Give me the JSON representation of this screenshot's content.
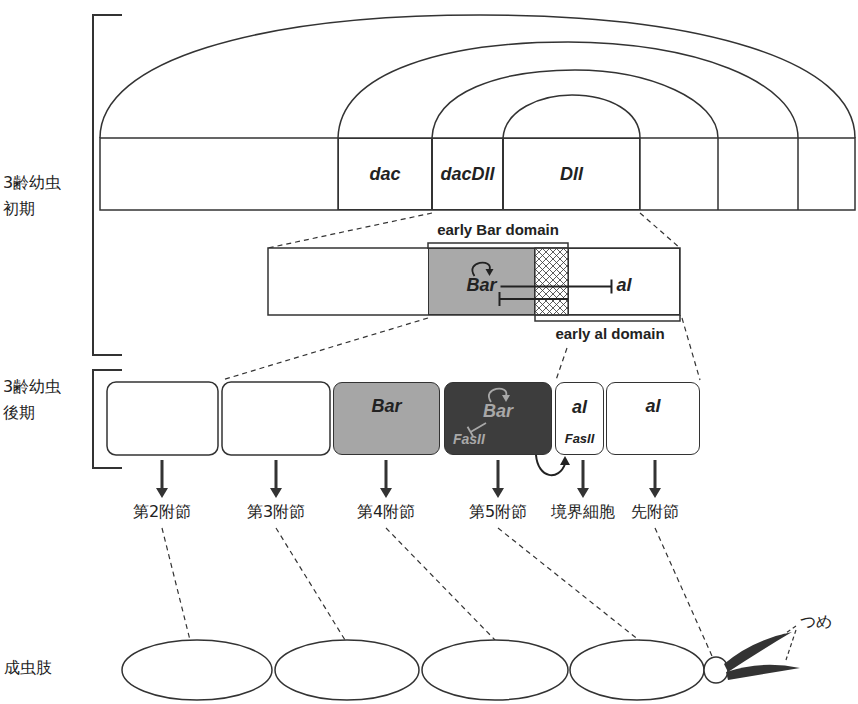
{
  "diagram": {
    "nodes": [
      {
        "text": [
          "dac"
        ]
      },
      {
        "text": [
          "dacDll"
        ]
      },
      {
        "text": [
          "Dll"
        ]
      },
      {
        "text": [
          "Bar"
        ]
      },
      {
        "text": [
          "al"
        ]
      },
      {
        "text": [
          "Bar"
        ]
      },
      {
        "text": [
          "Bar",
          "FasII"
        ]
      },
      {
        "text": [
          "al",
          "FasII"
        ]
      },
      {
        "text": [
          "al"
        ]
      }
    ],
    "edges": [
      {
        "from": 3,
        "to": 4,
        "arrow": "to"
      },
      {
        "from": 4,
        "to": 3,
        "arrow": "to"
      },
      {
        "from": 6,
        "to": 7,
        "arrow": "to"
      }
    ],
    "labels": [
      "3齢幼虫 初期",
      "early Bar domain",
      "early al domain",
      "3齢幼虫 後期",
      "第2附節",
      "第3附節",
      "第4附節",
      "第5附節",
      "境界細胞",
      "先附節",
      "成虫肢",
      "つめ"
    ]
  }
}
